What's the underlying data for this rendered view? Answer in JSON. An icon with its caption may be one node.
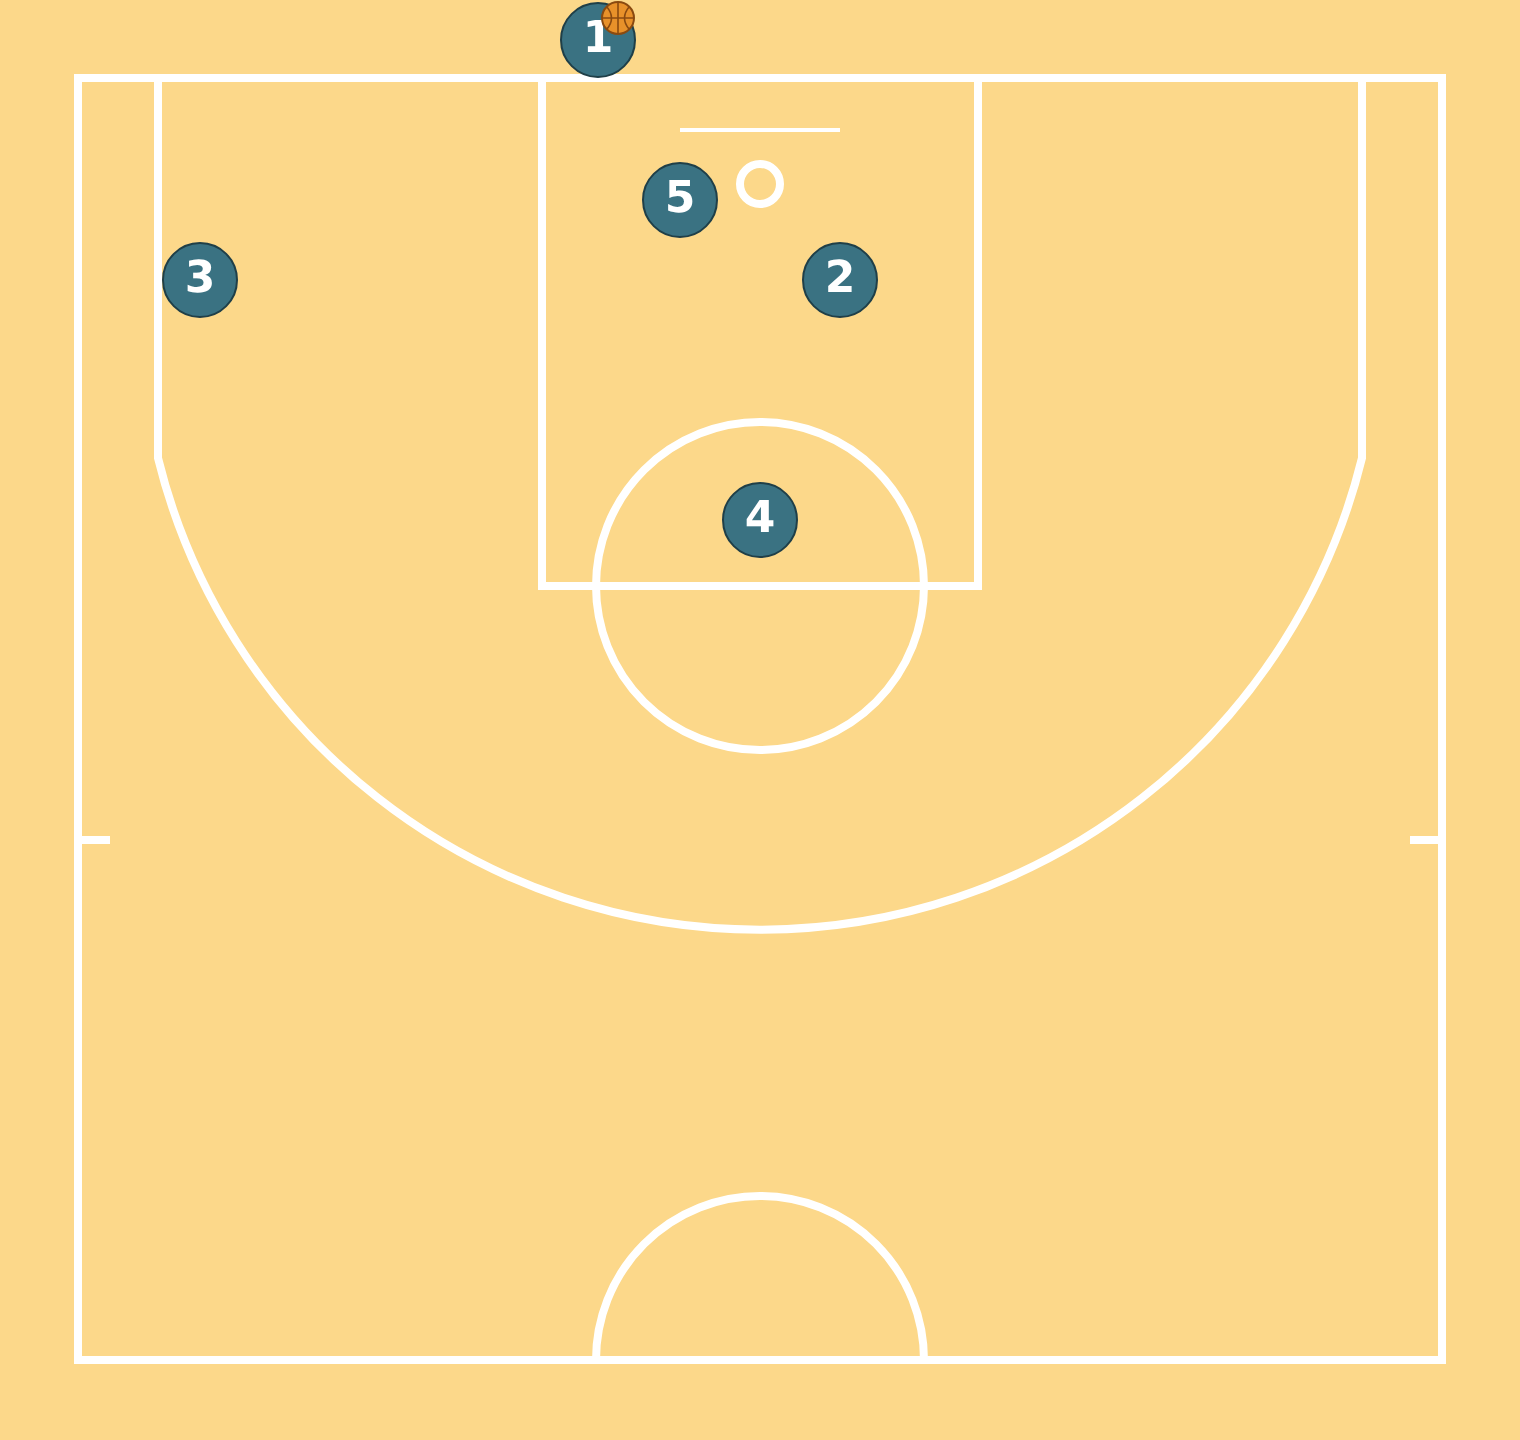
{
  "diagram": {
    "nodes": [
      {
        "text": [
          "1"
        ]
      },
      {
        "text": [
          "5"
        ]
      },
      {
        "text": [
          "3"
        ]
      },
      {
        "text": [
          "2"
        ]
      },
      {
        "text": [
          "4"
        ]
      }
    ]
  }
}
